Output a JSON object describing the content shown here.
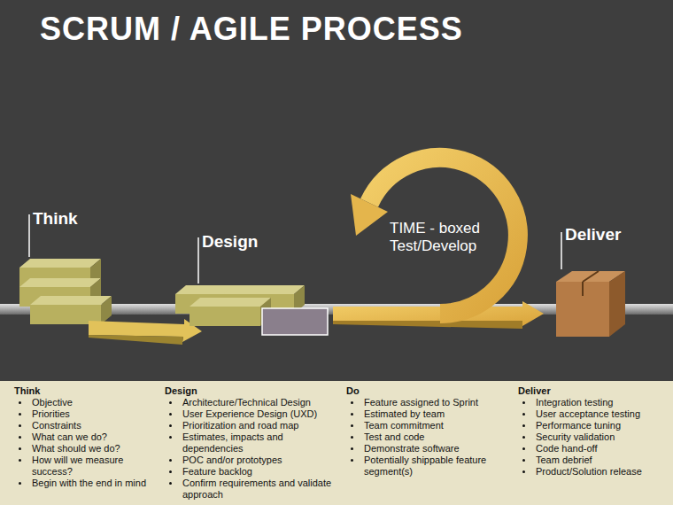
{
  "diagram": {
    "title": "SCRUM / AGILE PROCESS",
    "nodes": [
      {
        "text": [
          "Think",
          "Objective",
          "Priorities",
          "Constraints",
          "What can we do?",
          "What should we do?",
          "How will we measure success?",
          "Begin with the end in mind",
          "Design",
          "Architecture/Technical Design",
          "User Experience Design (UXD)",
          "Prioritization and road map",
          "Estimates, impacts and dependencies",
          "POC and/or prototypes",
          "Feature backlog",
          "Confirm requirements and validate approach",
          "Do",
          "Feature assigned to Sprint",
          "Estimated by team",
          "Team commitment",
          "Test and code",
          "Demonstrate software",
          "Potentially shippable feature segment(s)",
          "Deliver",
          "Integration testing",
          "User acceptance testing",
          "Performance tuning",
          "Security validation",
          "Code hand-off",
          "Team debrief",
          "Product/Solution release"
        ]
      }
    ],
    "labels": [
      "Think",
      "Design",
      "TIME - boxed Test/Develop",
      "Deliver"
    ]
  }
}
